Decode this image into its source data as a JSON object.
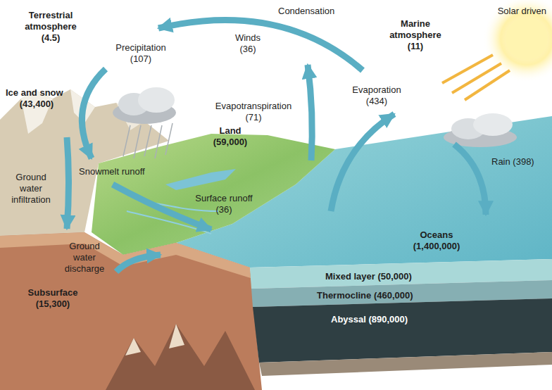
{
  "diagram": {
    "labels": [
      "Condensation",
      "Solar driven",
      "Terrestrial atmosphere",
      "(4.5)",
      "Marine atmosphere",
      "(11)",
      "Winds",
      "(36)",
      "Precipitation",
      "(107)",
      "Evaporation",
      "(434)",
      "Ice and snow",
      "(43,400)",
      "Evapotranspiration",
      "(71)",
      "Land",
      "(59,000)",
      "Rain (398)",
      "Ground water infiltration",
      "Snowmelt runoff",
      "Surface runoff",
      "(36)",
      "Oceans",
      "(1,400,000)",
      "Ground water discharge",
      "Mixed layer (50,000)",
      "Thermocline (460,000)",
      "Abyssal (890,000)",
      "Subsurface",
      "(15,300)"
    ]
  }
}
